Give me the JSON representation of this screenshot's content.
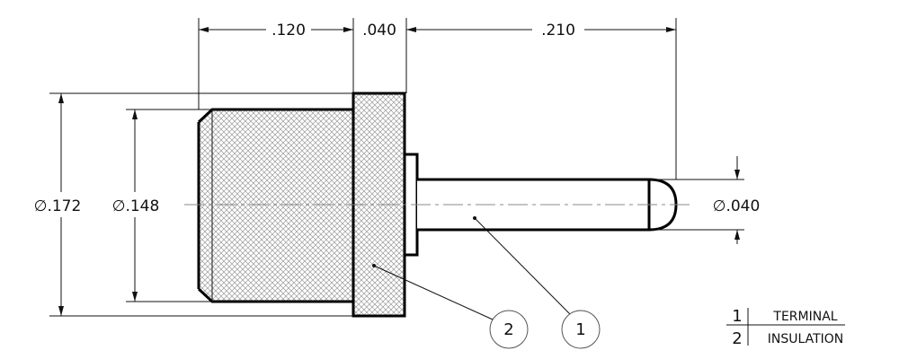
{
  "dimensions": {
    "top_left": ".120",
    "top_mid": ".040",
    "top_right": ".210",
    "dia_outer": "∅.172",
    "dia_inner": "∅.148",
    "dia_pin": "∅.040"
  },
  "balloons": [
    {
      "label": "2"
    },
    {
      "label": "1"
    }
  ],
  "legend": {
    "rows": [
      {
        "number": "1",
        "name": "TERMINAL"
      },
      {
        "number": "2",
        "name": "INSULATION"
      }
    ]
  },
  "colors": {
    "line": "#000000",
    "hatch": "#9a9a9a",
    "background": "#ffffff"
  }
}
